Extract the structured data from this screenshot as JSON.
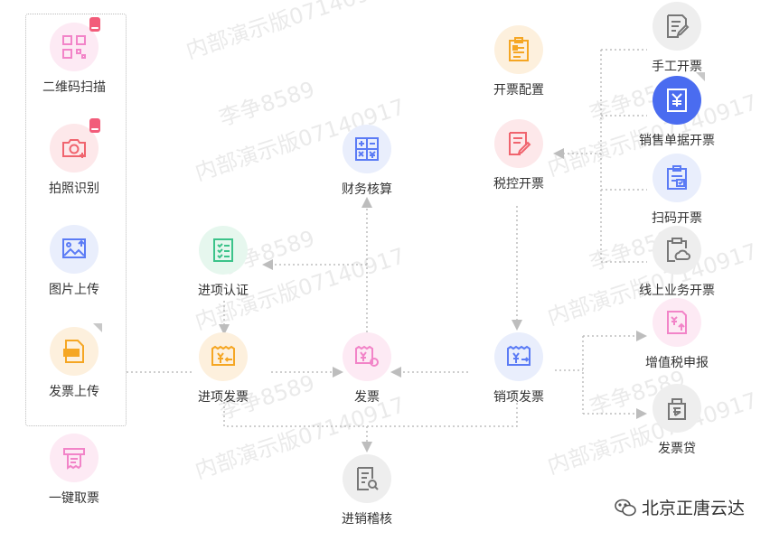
{
  "nodes": {
    "qr_scan": {
      "label": "二维码扫描",
      "color": "#f284c8",
      "bg": "#fdeaf4"
    },
    "photo_id": {
      "label": "拍照识别",
      "color": "#f0646e",
      "bg": "#fde8ea"
    },
    "image_upload": {
      "label": "图片上传",
      "color": "#5b7bf5",
      "bg": "#e9eefc"
    },
    "invoice_upload": {
      "label": "发票上传",
      "color": "#f5a623",
      "bg": "#fdf0dd"
    },
    "one_click": {
      "label": "一键取票",
      "color": "#f284c8",
      "bg": "#fdeaf4"
    },
    "input_cert": {
      "label": "进项认证",
      "color": "#3cc38a",
      "bg": "#e6f7ee"
    },
    "input_invoice": {
      "label": "进项发票",
      "color": "#f5a623",
      "bg": "#fdf0dd"
    },
    "finance": {
      "label": "财务核算",
      "color": "#5b7bf5",
      "bg": "#e9eefc"
    },
    "invoice": {
      "label": "发票",
      "color": "#f284c8",
      "bg": "#fdeaf4"
    },
    "audit": {
      "label": "进销稽核",
      "color": "#777777",
      "bg": "#eeeeee"
    },
    "invoice_config": {
      "label": "开票配置",
      "color": "#f5a623",
      "bg": "#fdf0dd"
    },
    "tax_control": {
      "label": "税控开票",
      "color": "#f0646e",
      "bg": "#fde8ea"
    },
    "output_invoice": {
      "label": "销项发票",
      "color": "#5b7bf5",
      "bg": "#e9eefc"
    },
    "manual": {
      "label": "手工开票",
      "color": "#777777",
      "bg": "#eeeeee"
    },
    "sales_doc": {
      "label": "销售单据开票",
      "color": "#ffffff",
      "bg": "#4a6cf0"
    },
    "scan_invoice": {
      "label": "扫码开票",
      "color": "#5b7bf5",
      "bg": "#e9eefc"
    },
    "online": {
      "label": "线上业务开票",
      "color": "#777777",
      "bg": "#eeeeee"
    },
    "vat_report": {
      "label": "增值税申报",
      "color": "#f284c8",
      "bg": "#fdeaf4"
    },
    "invoice_loan": {
      "label": "发票贷",
      "color": "#777777",
      "bg": "#eeeeee"
    }
  },
  "watermarks": [
    "李争8589",
    "内部演示版07140917"
  ],
  "credit": {
    "text": "北京正唐云达"
  },
  "line_color": "#bdbdbd"
}
